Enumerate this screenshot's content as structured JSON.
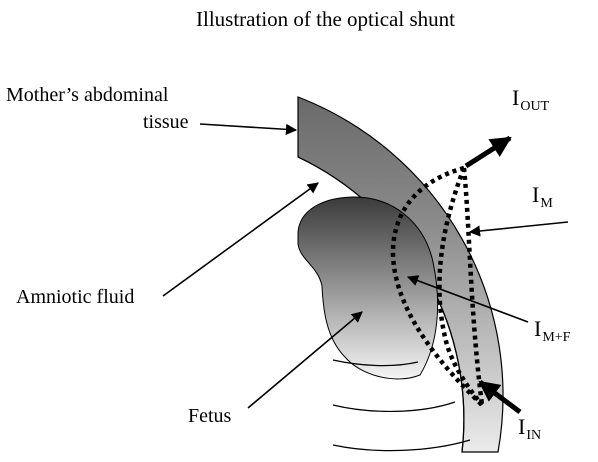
{
  "title": "Illustration of the optical shunt",
  "labels": {
    "mother_line1": "Mother’s abdominal",
    "mother_line2": "tissue",
    "amniotic": "Amniotic fluid",
    "fetus": "Fetus"
  },
  "symbols": {
    "out": {
      "main": "I",
      "sub": "OUT"
    },
    "m": {
      "main": "I",
      "sub": "M"
    },
    "mf": {
      "main": "I",
      "sub": "M+F"
    },
    "in": {
      "main": "I",
      "sub": "IN"
    }
  },
  "colors": {
    "tissue_dark": "#6a6a6a",
    "tissue_light": "#e6e6e6",
    "fetus_dark": "#3c3c3c",
    "fetus_light": "#f4f4f4",
    "ink": "#000000"
  }
}
